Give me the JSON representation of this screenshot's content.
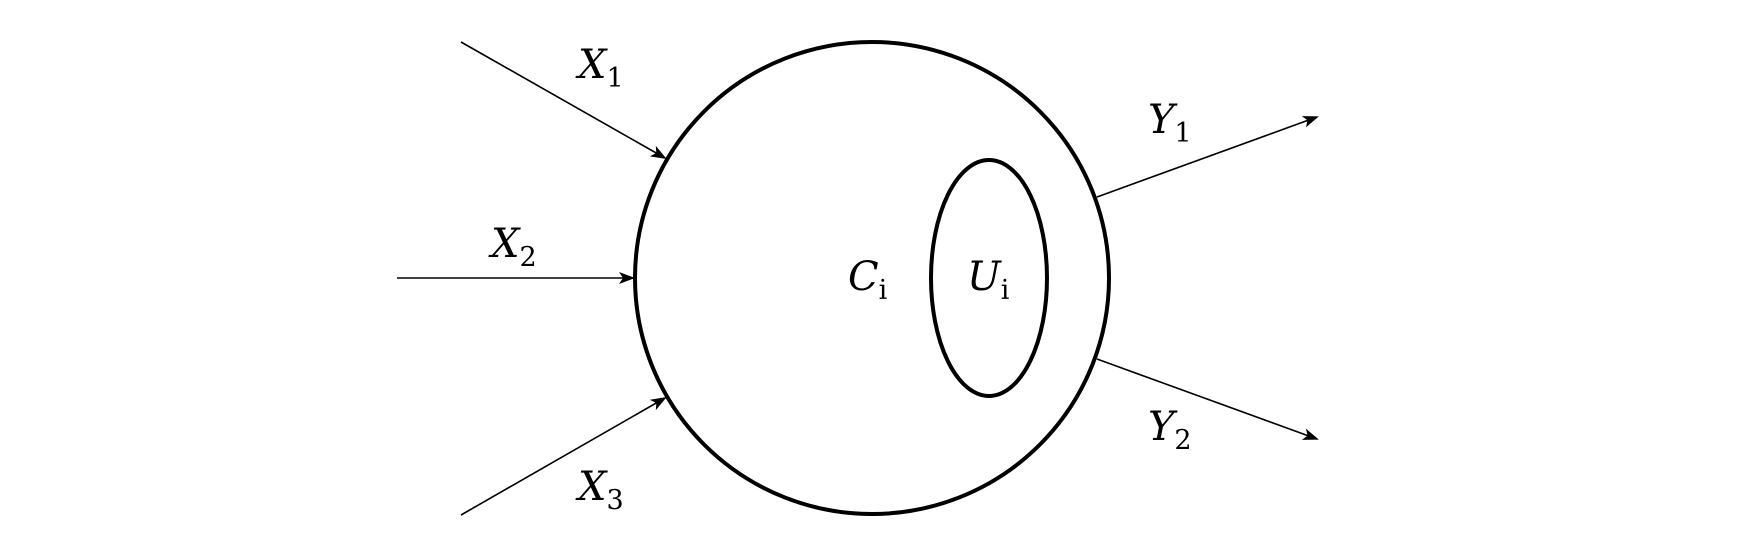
{
  "diagram": {
    "outer_region": {
      "label": "C",
      "subscript": "i"
    },
    "inner_region": {
      "label": "U",
      "subscript": "i"
    },
    "inputs": [
      {
        "label": "X",
        "subscript": "1"
      },
      {
        "label": "X",
        "subscript": "2"
      },
      {
        "label": "X",
        "subscript": "3"
      }
    ],
    "outputs": [
      {
        "label": "Y",
        "subscript": "1"
      },
      {
        "label": "Y",
        "subscript": "2"
      }
    ],
    "colors": {
      "stroke": "#000000",
      "background": "#ffffff"
    }
  }
}
